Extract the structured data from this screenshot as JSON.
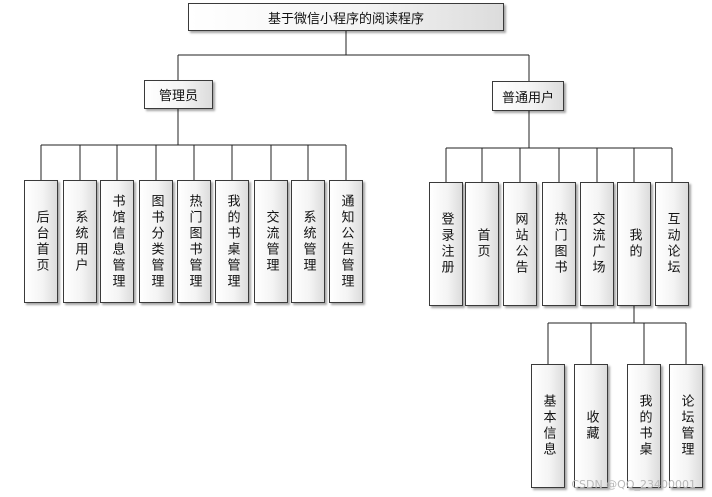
{
  "diagram": {
    "title": "基于微信小程序的阅读程序",
    "admin": {
      "label": "管理员",
      "children": [
        "后台首页",
        "系统用户",
        "书馆信息管理",
        "图书分类管理",
        "热门图书管理",
        "我的书桌管理",
        "交流管理",
        "系统管理",
        "通知公告管理"
      ]
    },
    "user": {
      "label": "普通用户",
      "children": [
        "登录注册",
        "首页",
        "网站公告",
        "热门图书",
        "交流广场",
        "我的",
        "互动论坛"
      ]
    },
    "mine": {
      "label": "我的",
      "children": [
        "基本信息",
        "收藏",
        "我的书桌",
        "论坛管理"
      ]
    },
    "watermark": "CSDN @QQ_23400001"
  }
}
